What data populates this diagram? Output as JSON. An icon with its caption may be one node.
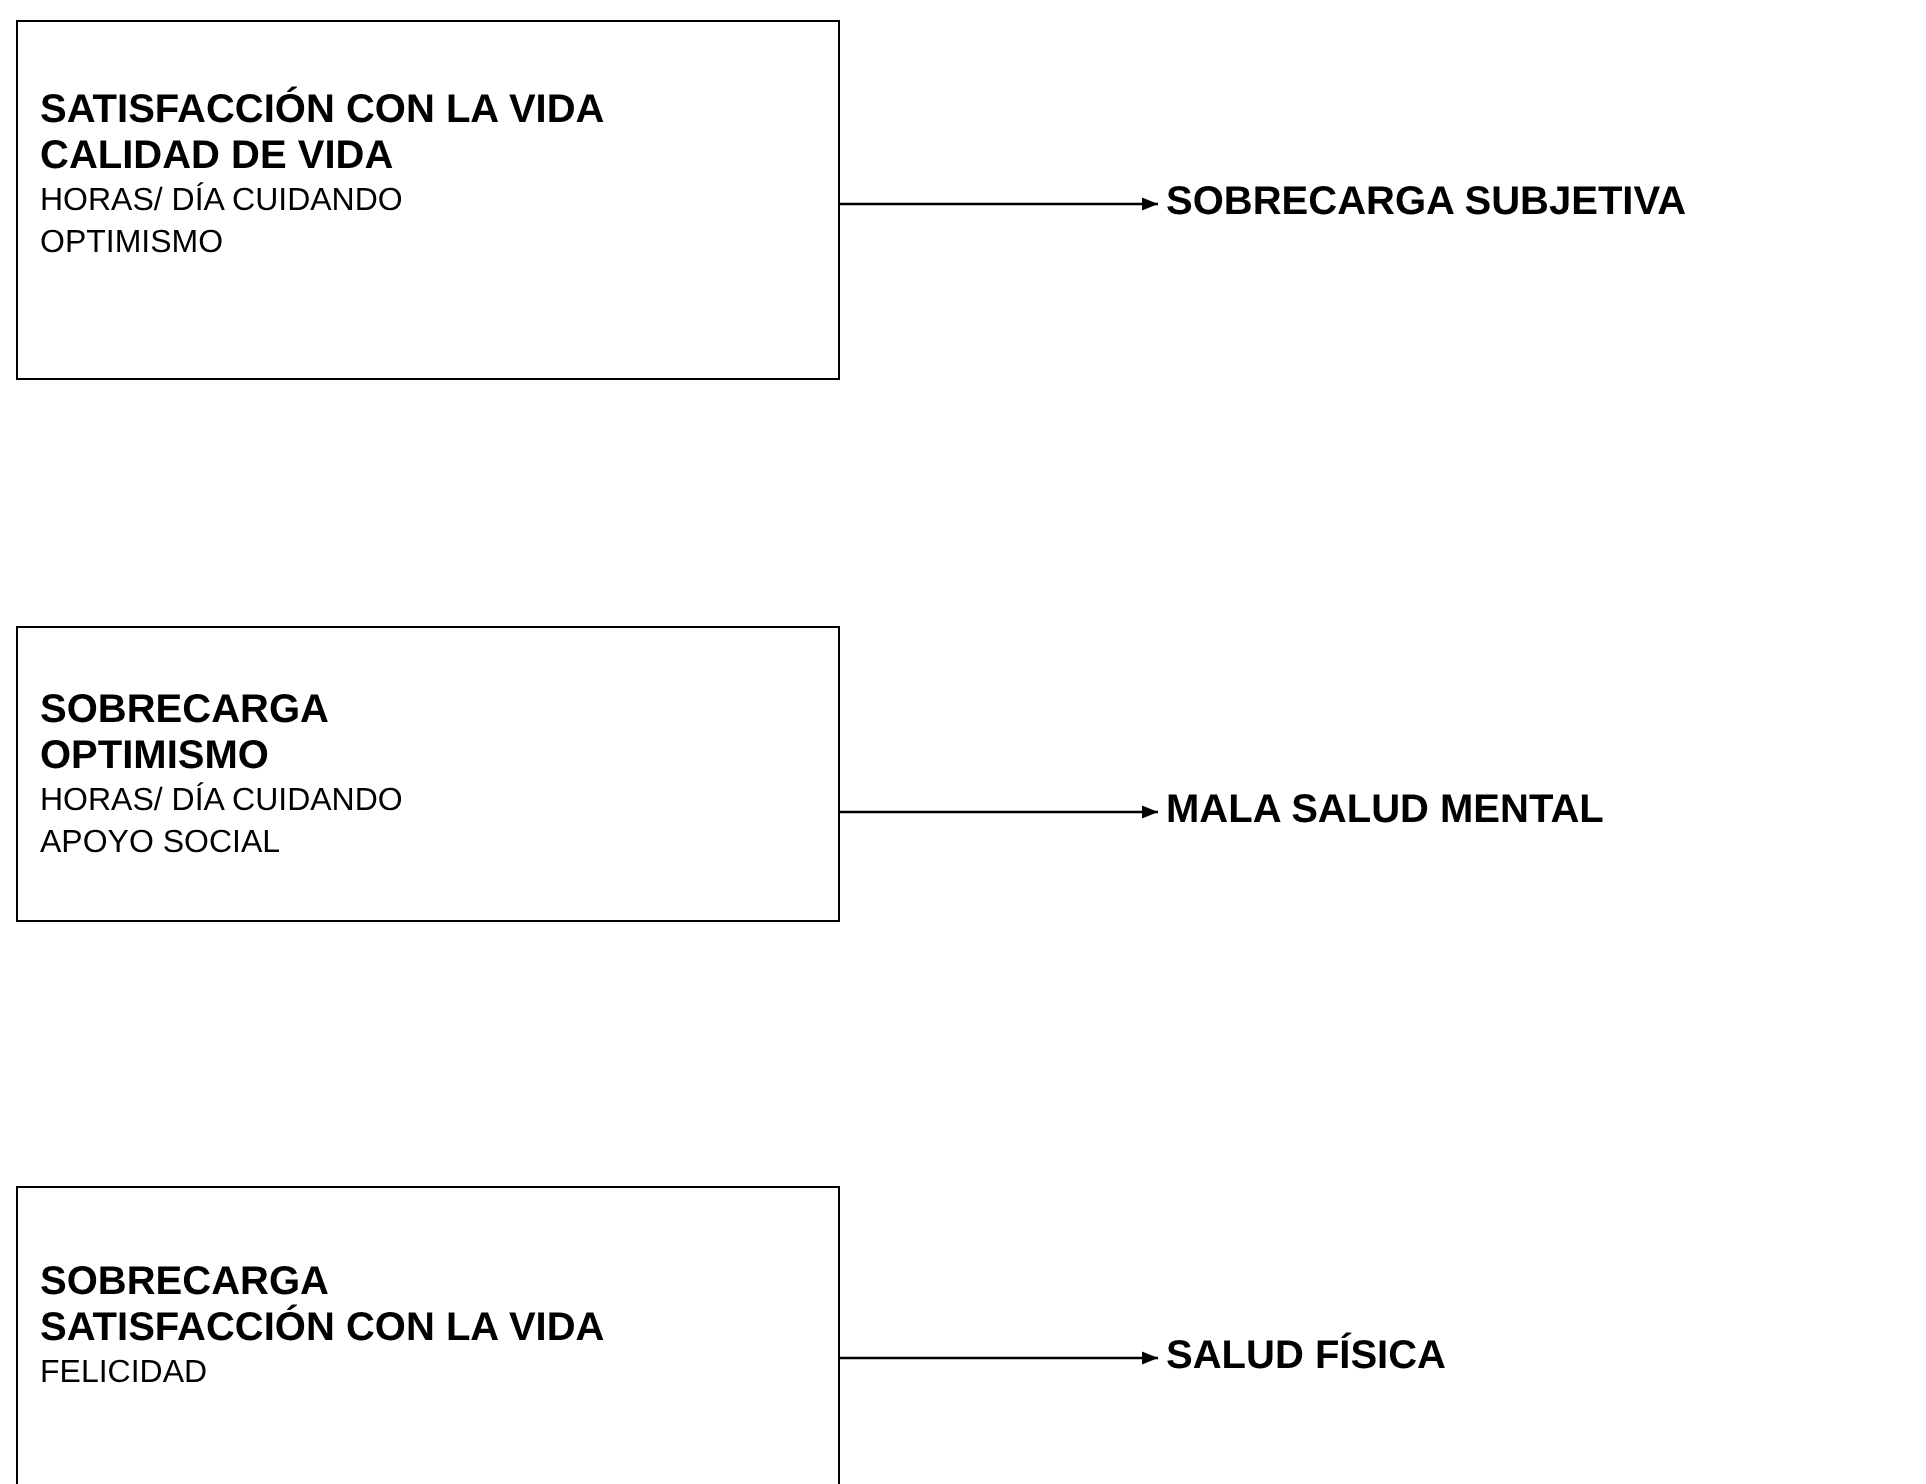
{
  "diagram": {
    "nodes": [
      {
        "text": [
          "SATISFACCIÓN CON LA VIDA",
          "CALIDAD DE VIDA",
          "HORAS/ DÍA CUIDANDO",
          "OPTIMISMO"
        ]
      },
      {
        "text": [
          "SOBRECARGA SUBJETIVA"
        ]
      },
      {
        "text": [
          "SOBRECARGA",
          "OPTIMISMO",
          "HORAS/ DÍA CUIDANDO",
          "APOYO SOCIAL"
        ]
      },
      {
        "text": [
          "MALA SALUD MENTAL"
        ]
      },
      {
        "text": [
          "SOBRECARGA",
          "SATISFACCIÓN CON LA VIDA",
          "FELICIDAD"
        ]
      },
      {
        "text": [
          "SALUD FÍSICA"
        ]
      }
    ],
    "edges": [
      {
        "from": 0,
        "to": 1,
        "arrow": "to"
      },
      {
        "from": 2,
        "to": 3,
        "arrow": "to"
      },
      {
        "from": 4,
        "to": 5,
        "arrow": "to"
      }
    ]
  }
}
